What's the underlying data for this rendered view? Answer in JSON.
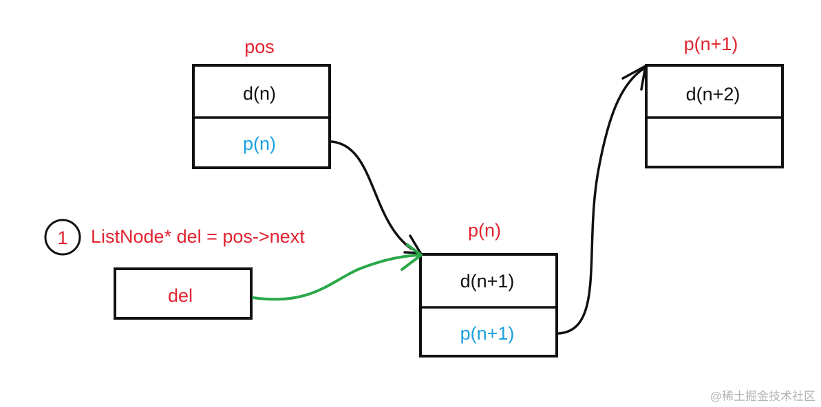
{
  "colors": {
    "label": "#e0242f",
    "data": "#111111",
    "pointer": "#1aa0de",
    "highlight_arrow": "#2aa84a",
    "border": "#111111"
  },
  "nodes": {
    "pos": {
      "label": "pos",
      "data": "d(n)",
      "pointer": "p(n)"
    },
    "middle": {
      "label": "p(n)",
      "data": "d(n+1)",
      "pointer": "p(n+1)"
    },
    "last": {
      "label": "p(n+1)",
      "data": "d(n+2)",
      "pointer": ""
    }
  },
  "del_box": {
    "text": "del"
  },
  "step": {
    "number": "1",
    "code": "ListNode* del = pos->next"
  },
  "watermark": "@稀土掘金技术社区"
}
